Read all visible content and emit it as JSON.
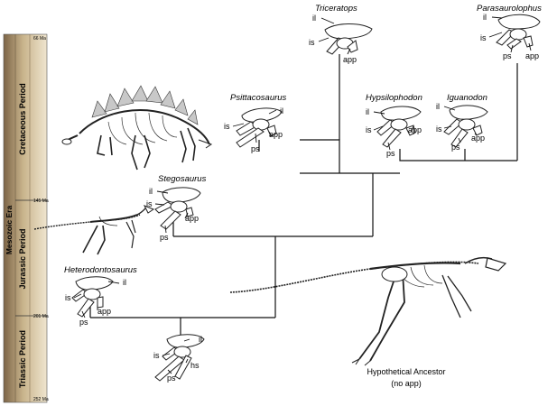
{
  "timescale": {
    "era": "Mesozoic Era",
    "periods": [
      "Cretaceous Period",
      "Jurassic Period",
      "Triassic Period"
    ],
    "ages": [
      "66 Ma",
      "145 Ma",
      "201 Ma",
      "252 Ma"
    ]
  },
  "taxa": {
    "triceratops": "Triceratops",
    "parasaurolophus": "Parasaurolophus",
    "psittacosaurus": "Psittacosaurus",
    "hypsilophodon": "Hypsilophodon",
    "iguanodon": "Iguanodon",
    "stegosaurus": "Stegosaurus",
    "heterodontosaurus": "Heterodontosaurus"
  },
  "bone_labels": {
    "il": "il",
    "is": "is",
    "ps": "ps",
    "app": "app",
    "hs": "hs"
  },
  "ancestor": {
    "name": "Hypothetical Ancestor",
    "note": "(no app)"
  },
  "colors": {
    "timescale_dark": "#8a7250",
    "timescale_light": "#e8dcc1",
    "line": "#111111",
    "bone_fill": "#ffffff",
    "plate_fill": "#c8c8c8"
  }
}
